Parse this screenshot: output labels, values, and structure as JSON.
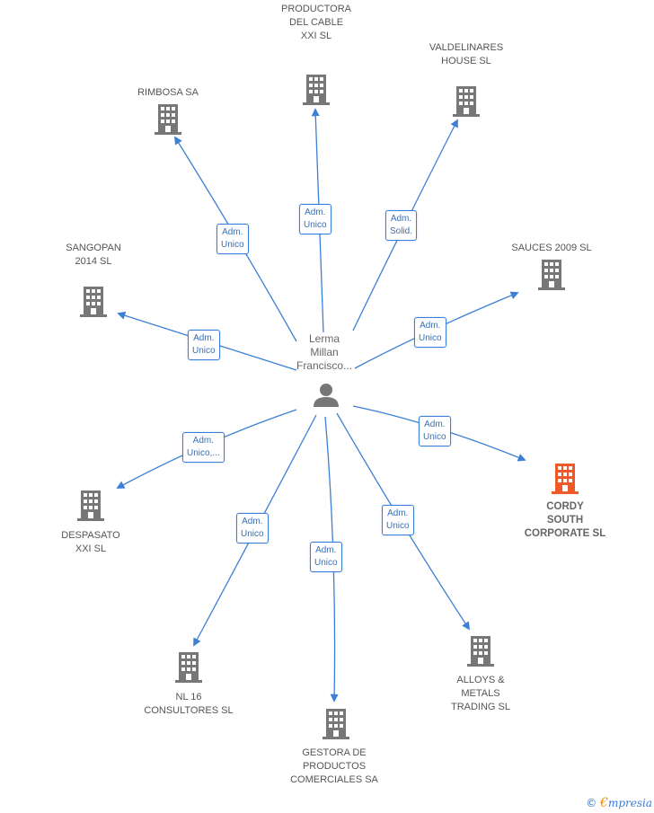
{
  "colors": {
    "edge": "#3c7fd6",
    "building": "#777777",
    "highlight": "#f05a28",
    "person": "#777777"
  },
  "center": {
    "name": "Lerma\nMillan\nFrancisco..."
  },
  "companies": [
    {
      "key": "rimbosa",
      "name": "RIMBOSA SA",
      "relation": "Adm.\nUnico",
      "highlight": false
    },
    {
      "key": "productora",
      "name": "PRODUCTORA\nDEL CABLE\nXXI SL",
      "relation": "Adm.\nUnico",
      "highlight": false
    },
    {
      "key": "valdelinares",
      "name": "VALDELINARES\nHOUSE SL",
      "relation": "Adm.\nSolid.",
      "highlight": false
    },
    {
      "key": "sauces",
      "name": "SAUCES 2009 SL",
      "relation": "Adm.\nUnico",
      "highlight": false
    },
    {
      "key": "sangopan",
      "name": "SANGOPAN\n2014  SL",
      "relation": "Adm.\nUnico",
      "highlight": false
    },
    {
      "key": "cordy",
      "name": "CORDY\nSOUTH\nCORPORATE SL",
      "relation": "Adm.\nUnico",
      "highlight": true
    },
    {
      "key": "despasato",
      "name": "DESPASATO\nXXI  SL",
      "relation": "Adm.\nUnico,...",
      "highlight": false
    },
    {
      "key": "nl16",
      "name": "NL 16\nCONSULTORES SL",
      "relation": "Adm.\nUnico",
      "highlight": false
    },
    {
      "key": "gestora",
      "name": "GESTORA DE\nPRODUCTOS\nCOMERCIALES SA",
      "relation": "Adm.\nUnico",
      "highlight": false
    },
    {
      "key": "alloys",
      "name": "ALLOYS &\nMETALS\nTRADING  SL",
      "relation": "Adm.\nUnico",
      "highlight": false
    }
  ],
  "footer": {
    "copyright": "©",
    "brand_initial": "€",
    "brand_rest": "mpresia"
  }
}
